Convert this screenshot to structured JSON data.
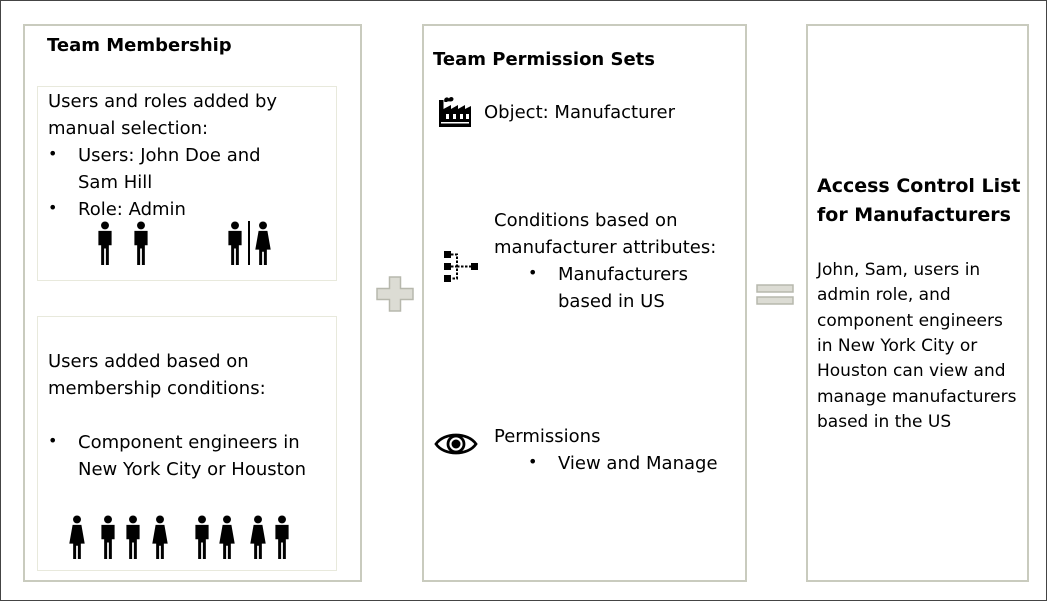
{
  "membership": {
    "title": "Team Membership",
    "manual": {
      "heading_line1": "Users and roles added by",
      "heading_line2": "manual selection:",
      "item1_line1": "Users: John Doe and",
      "item1_line2": "Sam Hill",
      "item2": "Role: Admin"
    },
    "conditions": {
      "heading_line1": "Users added based on",
      "heading_line2": "membership  conditions:",
      "item1_line1": "Component engineers in",
      "item1_line2": "New York City or Houston"
    }
  },
  "permission_sets": {
    "title": "Team Permission Sets",
    "object": "Object: Manufacturer",
    "conditions_line1": "Conditions based on",
    "conditions_line2": "manufacturer attributes:",
    "conditions_item_line1": "Manufacturers",
    "conditions_item_line2": "based in US",
    "permissions": "Permissions",
    "permissions_item": "View and Manage"
  },
  "acl": {
    "title_line1": "Access Control List",
    "title_line2": "for Manufacturers",
    "body": [
      "John, Sam, users in",
      "admin role, and",
      "component engineers",
      "in New York City or",
      "Houston can view and",
      "manage manufacturers",
      "based in the US"
    ]
  },
  "operators": {
    "plus_icon": "plus-icon",
    "equals_icon": "equals-icon",
    "color": "#c9cbbe"
  },
  "bullet_char": "•"
}
